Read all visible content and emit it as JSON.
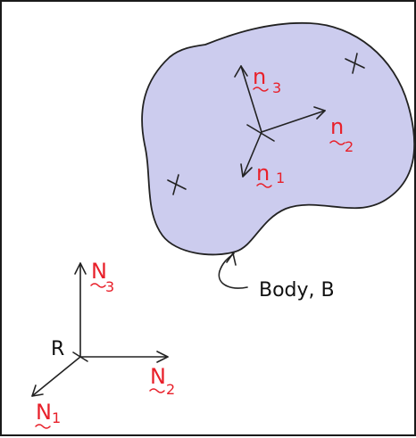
{
  "body_label": "Body, B",
  "origin_label": "R",
  "body_vectors": [
    {
      "letter": "n",
      "sub": "1"
    },
    {
      "letter": "n",
      "sub": "2"
    },
    {
      "letter": "n",
      "sub": "3"
    }
  ],
  "frame_vectors": [
    {
      "letter": "N",
      "sub": "1"
    },
    {
      "letter": "N",
      "sub": "2"
    },
    {
      "letter": "N",
      "sub": "3"
    }
  ],
  "colors": {
    "body_fill": "#ccccee",
    "vector_label": "#e8202a",
    "ink": "#222222"
  }
}
